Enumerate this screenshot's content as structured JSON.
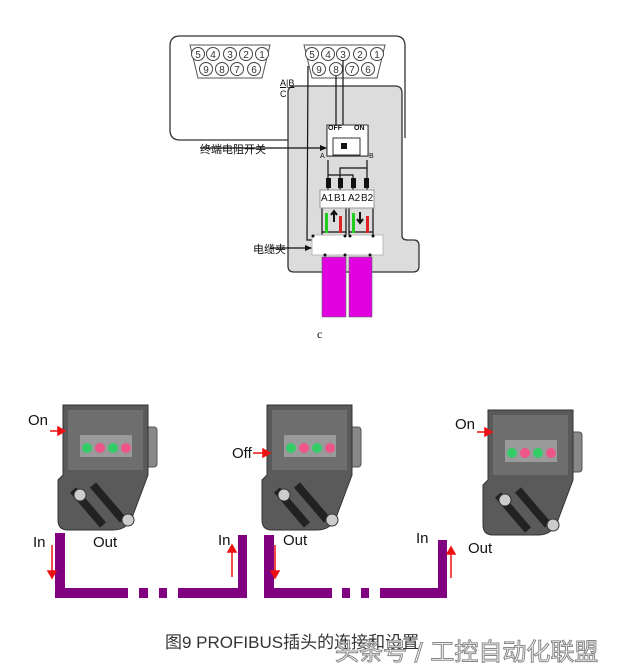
{
  "top_diagram": {
    "left_pins_row1": [
      "5",
      "4",
      "3",
      "2",
      "1"
    ],
    "left_pins_row2": [
      "9",
      "8",
      "7",
      "6"
    ],
    "right_pins_row1": [
      "5",
      "4",
      "3",
      "2",
      "1"
    ],
    "right_pins_row2": [
      "9",
      "8",
      "7",
      "6"
    ],
    "ab_label": "A",
    "ab_label_b": "B",
    "c_small": "C",
    "switch_off": "OFF",
    "switch_on": "ON",
    "line_a": "A",
    "line_b": "B",
    "terminals": [
      "A1",
      "B1",
      "A2",
      "B2"
    ],
    "terminator_switch_label": "终端电阻开关",
    "cable_clamp_label": "电缆夹",
    "sub_label": "c",
    "colors": {
      "housing": "#dcdcdc",
      "cable": "#e000e0",
      "green": "#22cc22",
      "red": "#dd2222"
    }
  },
  "bus_diagram": {
    "connectors": [
      {
        "switch": "On",
        "in": "In",
        "out": "Out"
      },
      {
        "switch": "Off",
        "in": "In",
        "out": "Out"
      },
      {
        "switch": "On",
        "in": "In",
        "out": "Out"
      }
    ],
    "colors": {
      "bus": "#800080",
      "arrow": "#ee1111"
    }
  },
  "caption": "图9  PROFIBUS插头的连接和设置",
  "watermark": "头条号 / 工控自动化联盟"
}
